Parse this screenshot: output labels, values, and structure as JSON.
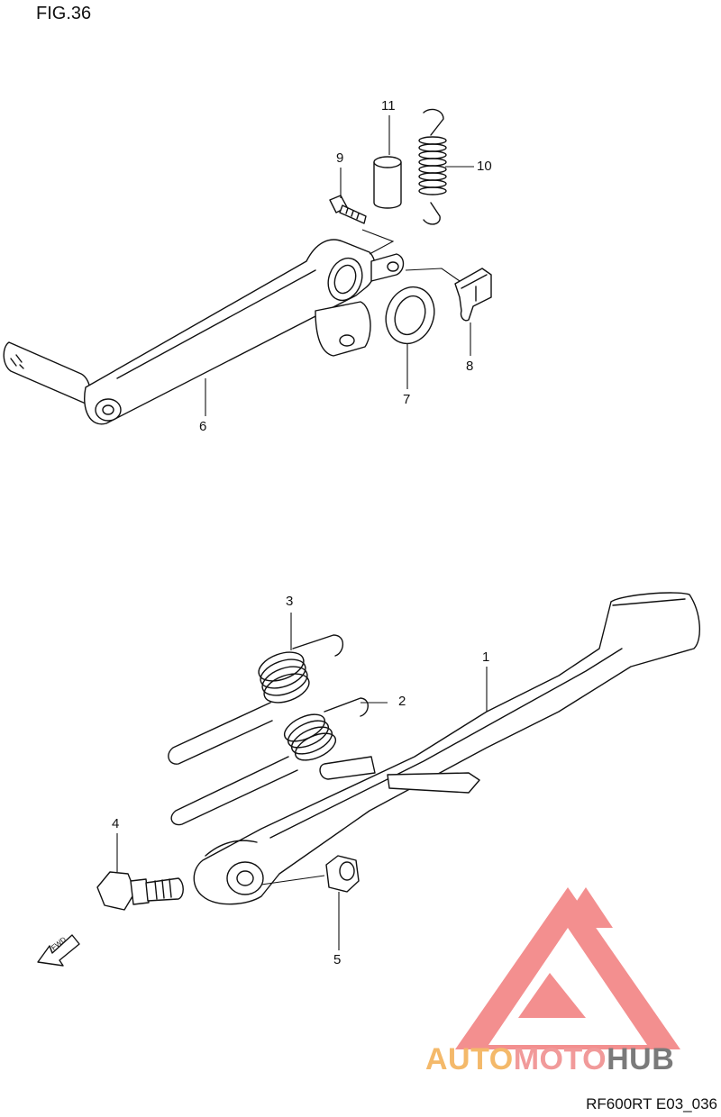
{
  "figure": {
    "title": "FIG.36",
    "code": "RF600RT E03_036"
  },
  "callouts": [
    "1",
    "2",
    "3",
    "4",
    "5",
    "6",
    "7",
    "8",
    "9",
    "10",
    "11"
  ],
  "watermark": {
    "part1": "AUTO",
    "part2": "MOTO",
    "part3": "HUB",
    "colors": {
      "auto": "#f4b96a",
      "moto": "#f19a9a",
      "hub": "#7a7a7a",
      "logo": "#f08080"
    }
  },
  "fwd_arrow": {
    "text": "FWD"
  }
}
